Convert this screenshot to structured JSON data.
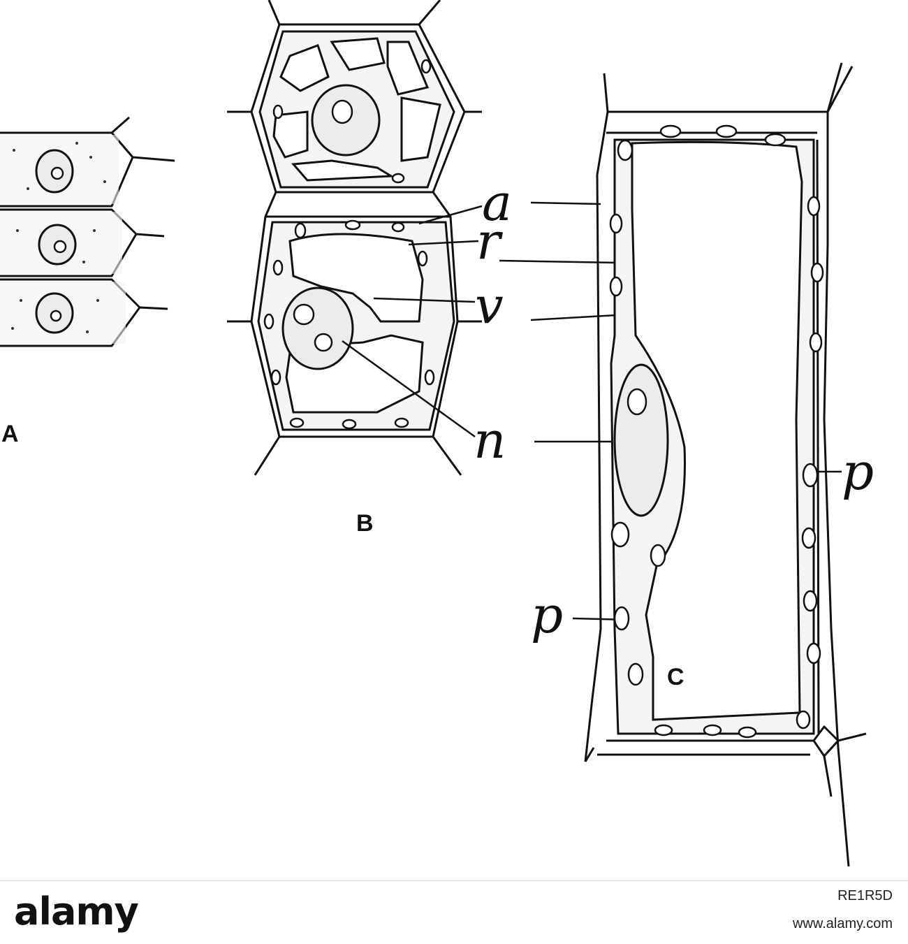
{
  "figure": {
    "labels": {
      "a": "a",
      "r": "r",
      "v": "v",
      "n": "n",
      "p_right": "p",
      "p_left": "p"
    },
    "panels": {
      "A": "A",
      "B": "B",
      "C": "C"
    }
  },
  "watermark": {
    "brand": "alamy",
    "image_id": "RE1R5D",
    "url": "www.alamy.com"
  }
}
